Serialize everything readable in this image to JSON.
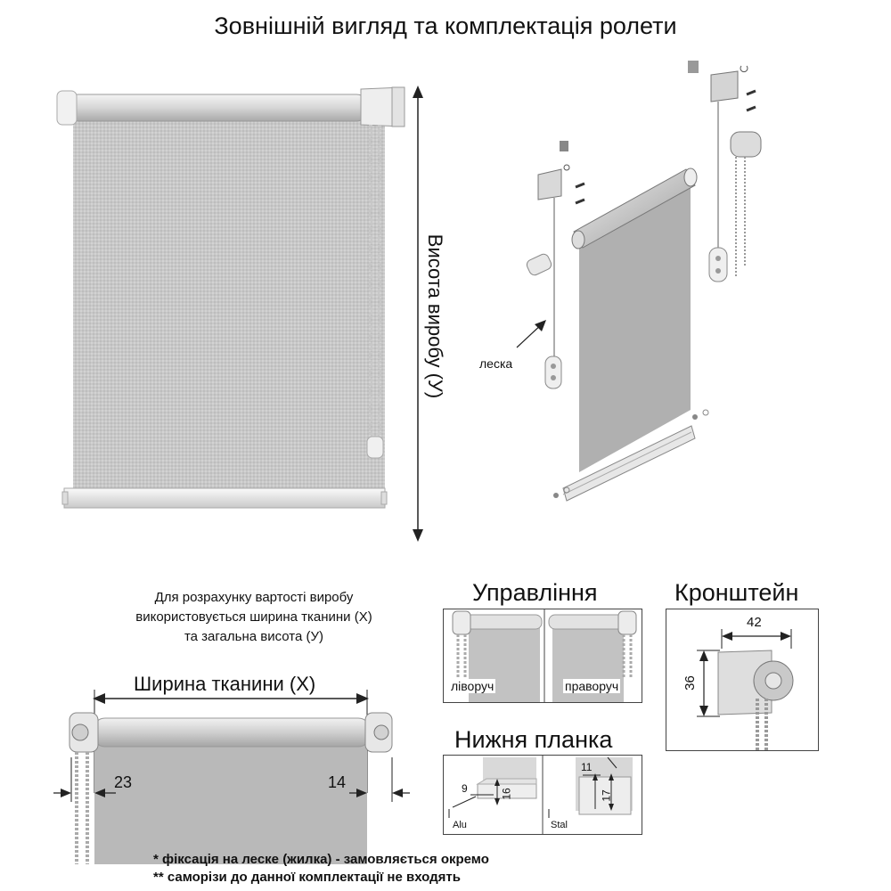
{
  "main_title": "Зовнішній вигляд та комплектація ролети",
  "height_label": "Висота виробу (У)",
  "leska_label": "леска",
  "calc_note": {
    "line1": "Для розрахунку вартості виробу",
    "line2": "використовується ширина тканини (Х)",
    "line3": "та загальна висота (У)"
  },
  "width_label": "Ширина тканини (Х)",
  "dim_left": "23",
  "dim_right": "14",
  "control": {
    "title": "Управління",
    "left_label": "ліворуч",
    "right_label": "праворуч"
  },
  "bracket": {
    "title": "Кронштейн",
    "width": "42",
    "height": "36"
  },
  "bottom_bar": {
    "title": "Нижня планка",
    "alu_label": "Alu",
    "alu_w": "9",
    "alu_h": "16",
    "stal_label": "Stal",
    "stal_w": "11",
    "stal_h": "17"
  },
  "footnotes": {
    "line1": "* фіксація на леске (жилка) - замовляється окремо",
    "line2": "** саморізи до данної комплектації не входять"
  },
  "colors": {
    "fabric": "#c9c9c9",
    "fabric_dark": "#a9a9a9",
    "tube": "#e6e6e6",
    "line": "#222222"
  }
}
